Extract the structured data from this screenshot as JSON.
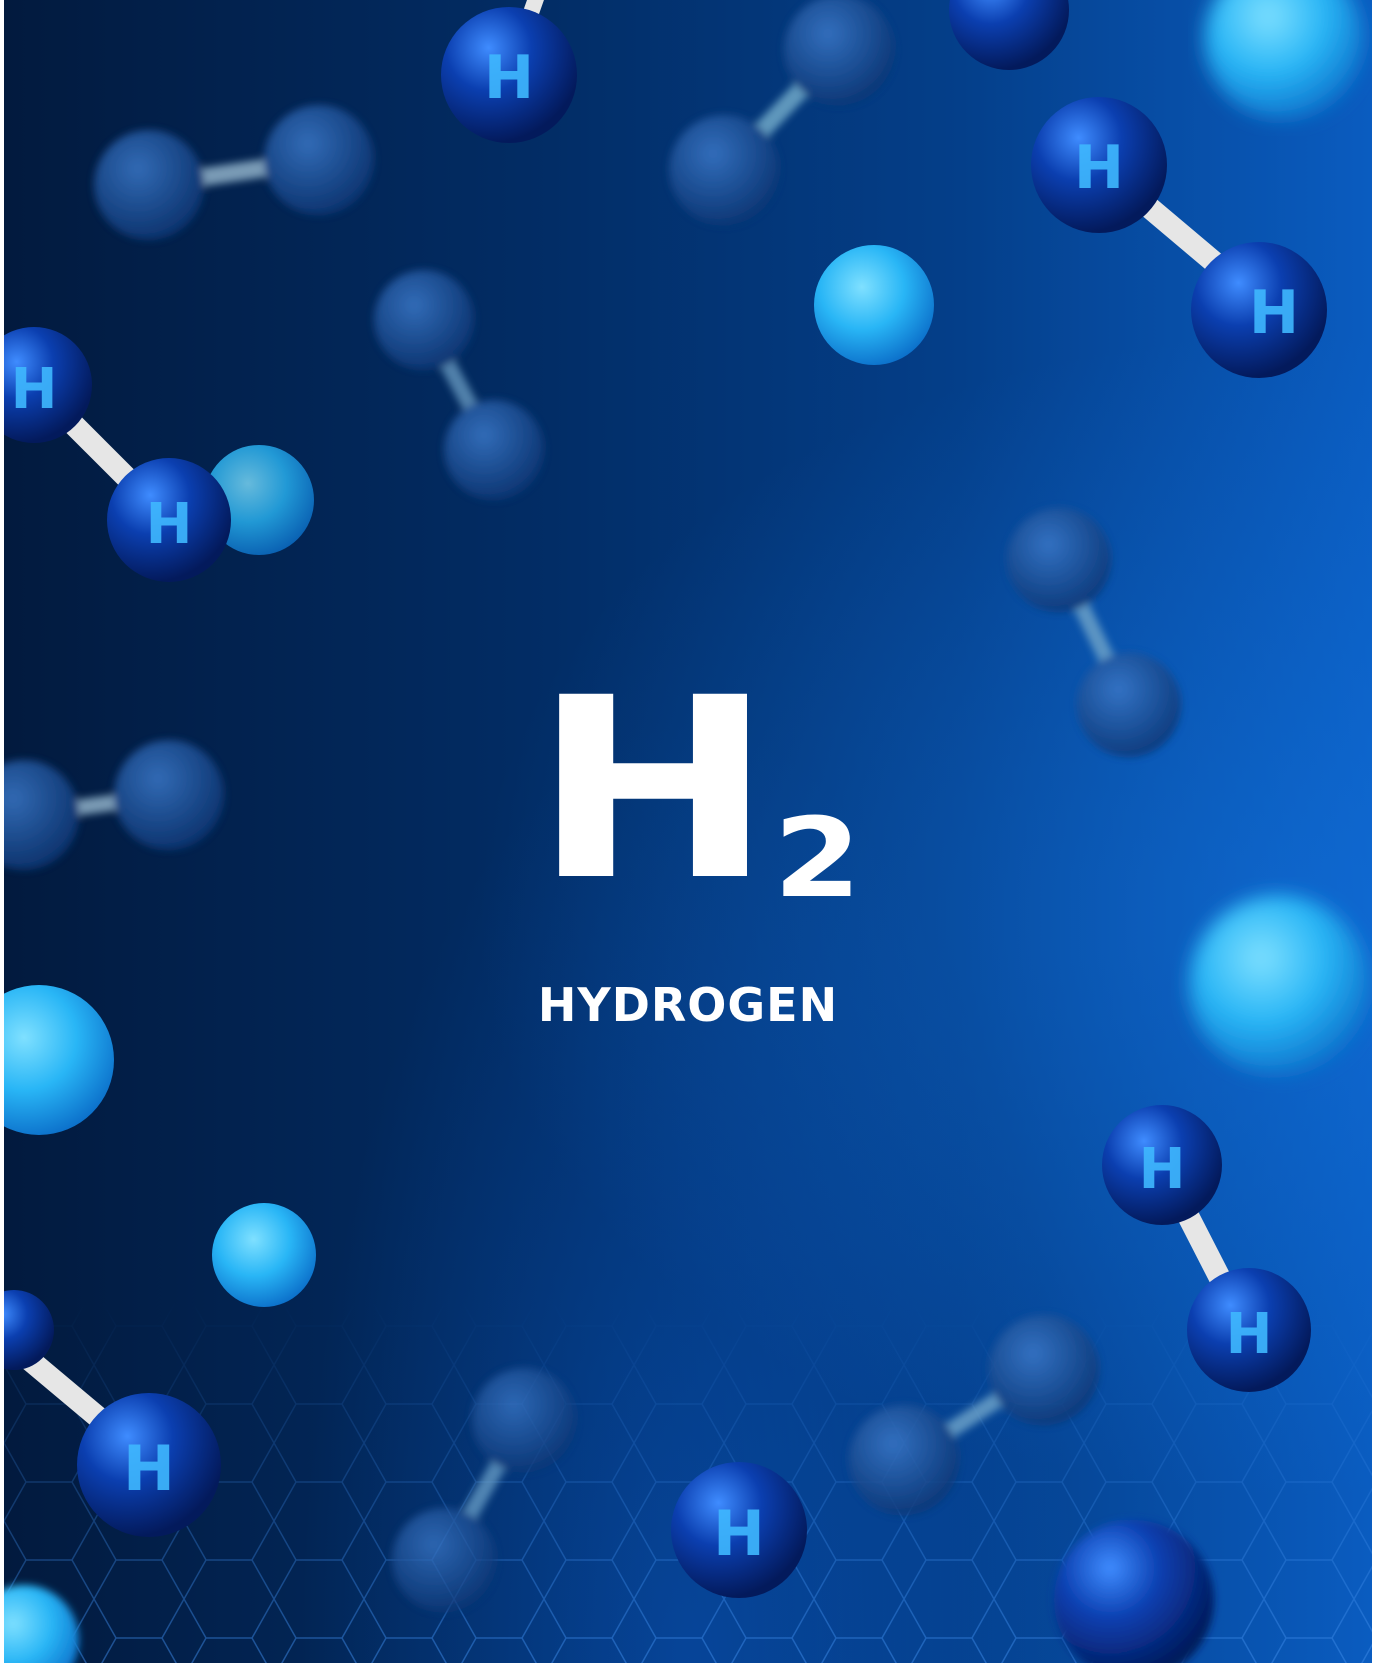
{
  "title": {
    "symbol": "H",
    "subscript": "2",
    "name": "HYDROGEN"
  },
  "atom_label": "H",
  "colors": {
    "background_dark": "#021a3e",
    "background_light": "#0a5cc0",
    "atom_dark": "#0b3fb0",
    "atom_light": "#29b6f6",
    "bond": "#e6e6e6",
    "text": "#ffffff"
  },
  "icons": [
    "hydrogen-molecule-icon",
    "hydrogen-atom-icon",
    "hexagon-grid"
  ]
}
